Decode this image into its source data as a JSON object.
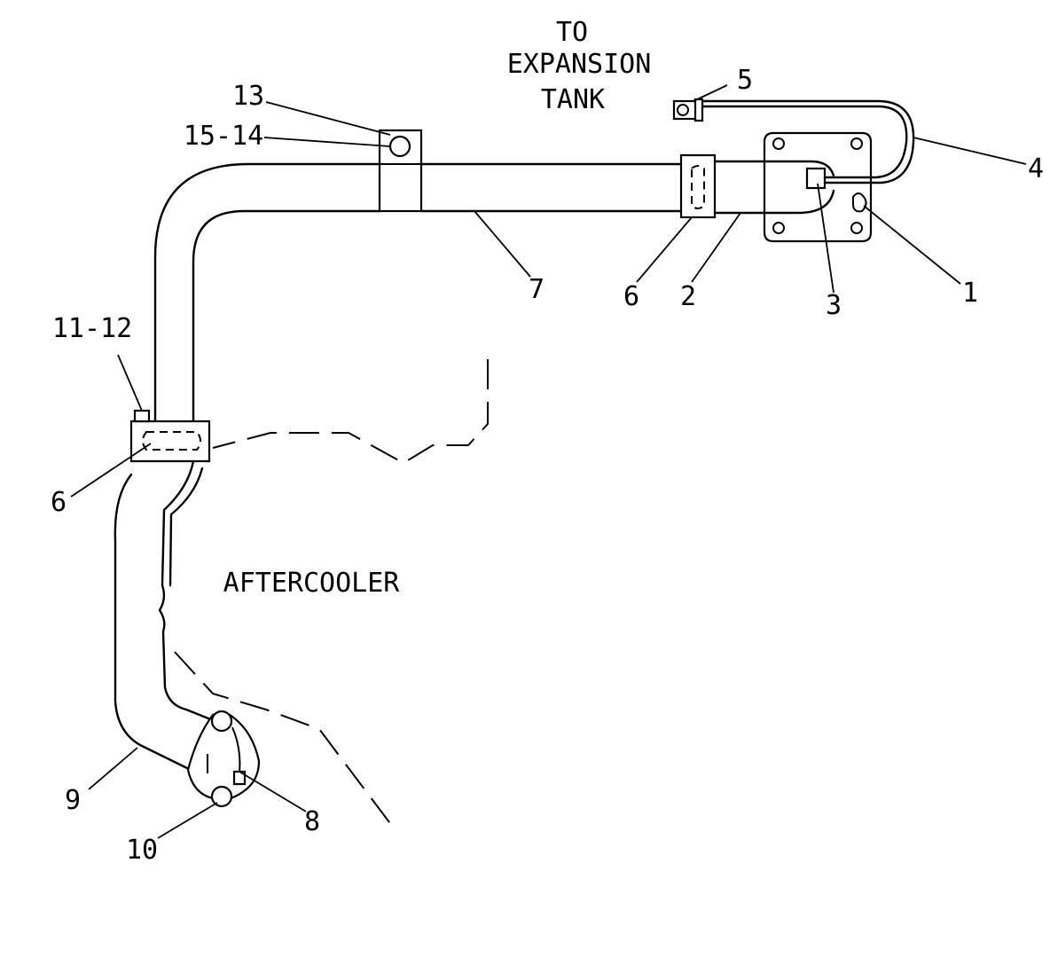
{
  "labels": {
    "note_line1": "TO",
    "note_line2": "EXPANSION",
    "note_line3": "TANK",
    "aftercooler": "AFTERCOOLER",
    "callout_13": "13",
    "callout_15_14": "15-14",
    "callout_5": "5",
    "callout_4": "4",
    "callout_7": "7",
    "callout_6_top": "6",
    "callout_2": "2",
    "callout_3": "3",
    "callout_1": "1",
    "callout_11_12": "11-12",
    "callout_6_left": "6",
    "callout_9": "9",
    "callout_8": "8",
    "callout_10": "10"
  }
}
